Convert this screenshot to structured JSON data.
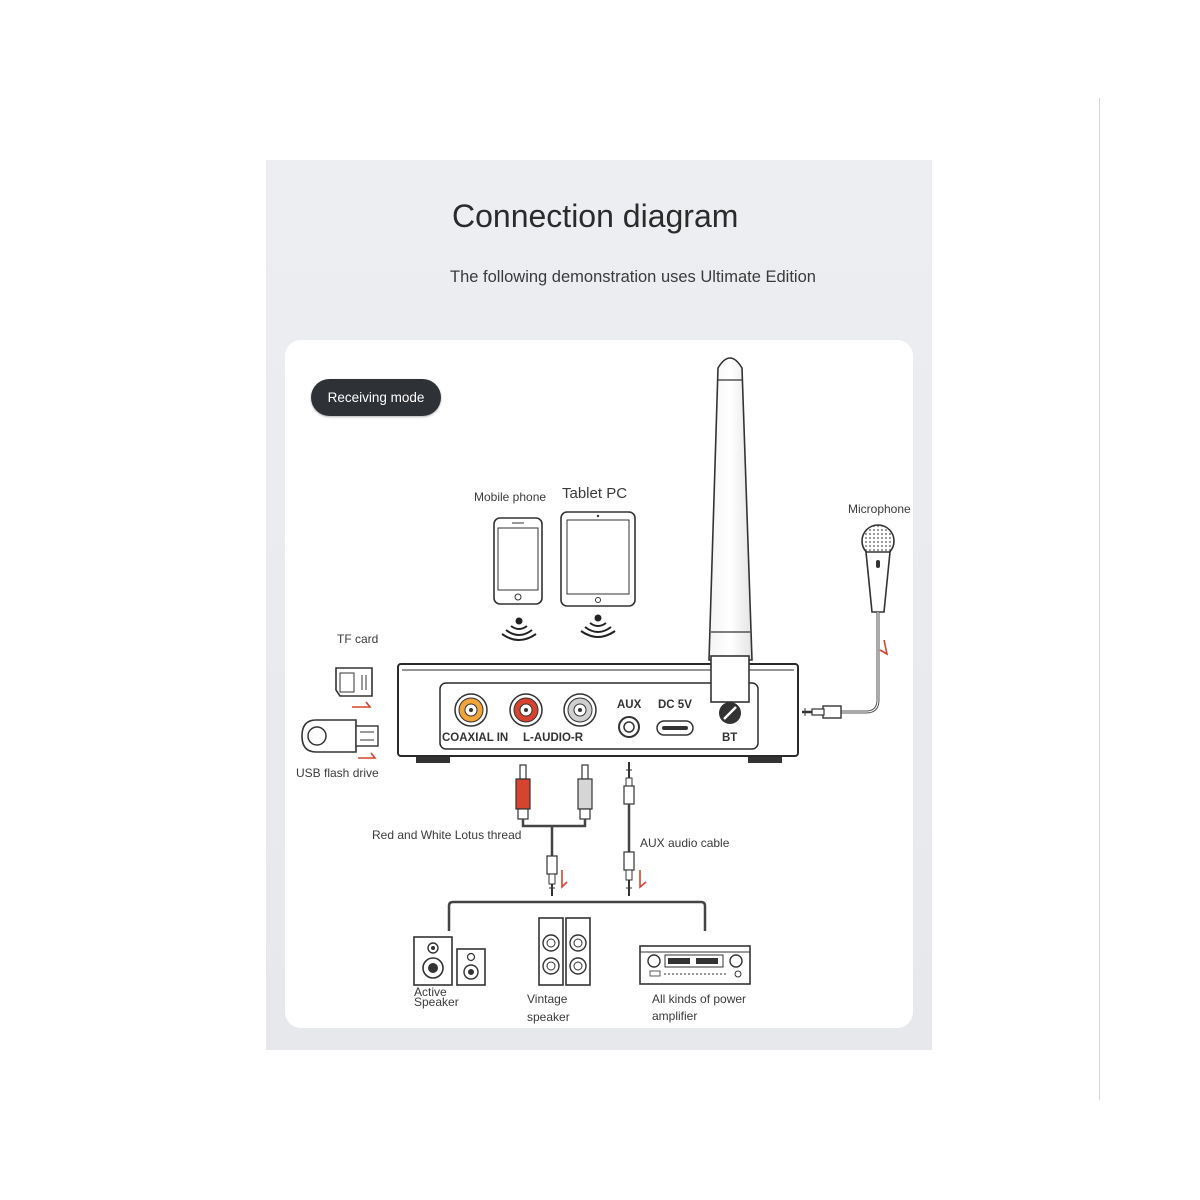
{
  "header": {
    "title": "Connection diagram",
    "subtitle": "The following demonstration uses Ultimate Edition"
  },
  "mode_badge": "Receiving mode",
  "sources": {
    "mobile_phone": "Mobile phone",
    "tablet_pc": "Tablet PC",
    "microphone": "Microphone",
    "tf_card": "TF card",
    "usb_flash_drive": "USB flash drive"
  },
  "ports": {
    "coaxial": "COAXIAL IN",
    "rca": "L-AUDIO-R",
    "aux": "AUX",
    "dc": "DC 5V",
    "bt": "BT"
  },
  "cables": {
    "rca_cable": "Red and White Lotus thread",
    "aux_cable": "AUX audio cable"
  },
  "outputs": {
    "active_speaker_line1": "Active",
    "active_speaker_line2": "Speaker",
    "vintage_speaker_line1": "Vintage",
    "vintage_speaker_line2": "speaker",
    "amplifier_line1": "All kinds of power",
    "amplifier_line2": "amplifier"
  },
  "colors": {
    "accent_red": "#d8432f",
    "coax_orange": "#f0a43a",
    "badge_bg": "#2e3136"
  }
}
